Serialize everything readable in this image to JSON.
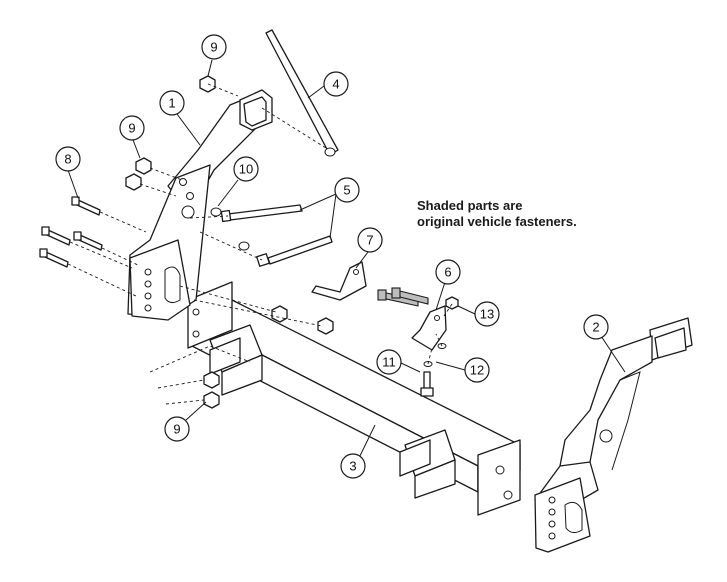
{
  "note": {
    "line1": "Shaded parts are",
    "line2": "original vehicle fasteners."
  },
  "callouts": {
    "c1": "1",
    "c2": "2",
    "c3": "3",
    "c4": "4",
    "c5": "5",
    "c6": "6",
    "c7": "7",
    "c8": "8",
    "c9a": "9",
    "c9b": "9",
    "c9c": "9",
    "c10": "10",
    "c11": "11",
    "c12": "12",
    "c13": "13"
  },
  "colors": {
    "ink": "#1a1a1a",
    "shaded_fastener": "#bdbdbd",
    "background": "#ffffff"
  }
}
